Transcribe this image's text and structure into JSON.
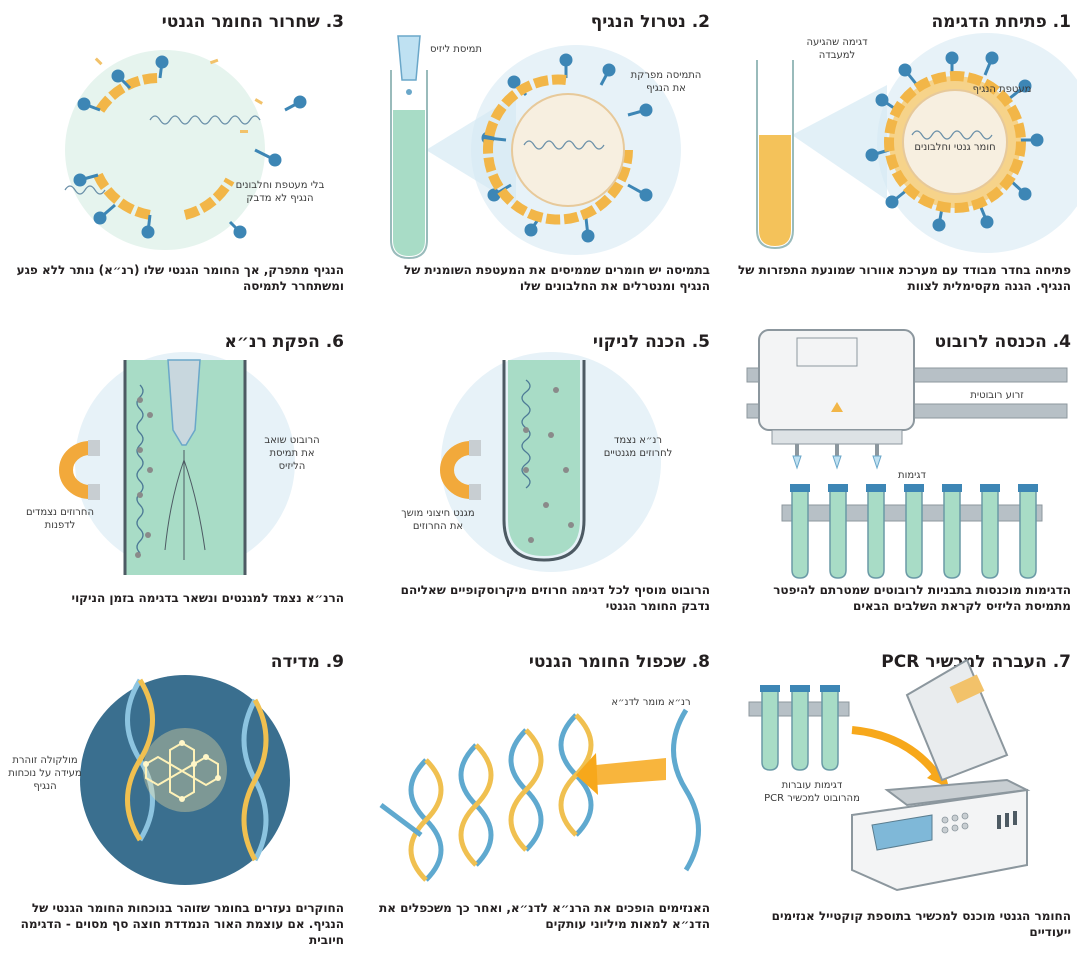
{
  "panels": [
    {
      "title": "1. פתיחת הדגימה",
      "caption": "פתיחה בחדר מבודד עם מערכת אוורור שמונעת התפזרות של הנגיף. הגנה מקסימלית לצוות",
      "labels": {
        "sample_line1": "דגימה שהגיעה",
        "sample_line2": "למעבדה",
        "envelope": "מעטפת הנגיף",
        "genetic": "חומר גנטי וחלבונים"
      }
    },
    {
      "title": "2. נטרול הנגיף",
      "caption": "בתמיסה יש חומרים שממיסים את המעטפת השומנית של הנגיף ומנטרלים את החלבונים שלו",
      "labels": {
        "lysis": "תמיסת ליזיס",
        "breaks_line1": "התמיסה מפרקת",
        "breaks_line2": "את הנגיף"
      }
    },
    {
      "title": "3. שחרור החומר הגנטי",
      "caption": "הנגיף מתפרק, אך החומר הגנטי שלו (רנ״א) נותר ללא פגע ומשתחרר לתמיסה",
      "labels": {
        "line1": "בלי מעטפת וחלבונים",
        "line2": "הנגיף לא מדבק"
      }
    },
    {
      "title": "4. הכנסה לרובוט",
      "caption": "הדגימות מוכנסות בתבניות לרובוטים שמטרתם להיפטר מתמיסת הליזיס לקראת השלבים הבאים",
      "labels": {
        "arm": "זרוע רובוטית",
        "samples": "דגימות"
      }
    },
    {
      "title": "5. הכנה לניקוי",
      "caption": "הרובוט מוסיף לכל דגימה חרוזים מיקרוסקופיים שאליהם נדבק החומר הגנטי",
      "labels": {
        "rna_line1": "רנ״א נצמד",
        "rna_line2": "לחרוזים מגנטיים",
        "magnet_line1": "מגנט חיצוני מושך",
        "magnet_line2": "את החרוזים"
      }
    },
    {
      "title": "6. הפקת רנ״א",
      "caption": "הרנ״א נצמד למגנטים ונשאר בדגימה בזמן הניקוי",
      "labels": {
        "robot_line1": "הרובוט שואב",
        "robot_line2": "את תמיסת",
        "robot_line3": "הליזיס",
        "beads_line1": "החרוזים נצמדים",
        "beads_line2": "לדפנות"
      }
    },
    {
      "title": "7. העברה למכשיר PCR",
      "caption": "החומר הגנטי מוכנס למכשיר בתוספת קוקטייל אנזימים ייעודיים",
      "labels": {
        "line1": "דגימות עוברות",
        "line2": "מהרובוט למכשיר PCR"
      }
    },
    {
      "title": "8. שכפול החומר הגנטי",
      "caption": "האנזימים הופכים את הרנ״א לדנ״א, ואחר כך משכפלים את הדנ״א למאות מיליוני עותקים",
      "labels": {
        "convert": "רנ״א מומר לדנ״א"
      }
    },
    {
      "title": "9. מדידה",
      "caption": "החוקרים נעזרים בחומר שזוהר בנוכחות החומר הגנטי של הנגיף. אם עוצמת האור הנמדדת חוצה סף מסוים - הדגימה חיובית",
      "labels": {
        "line1": "מולקולה זוהרת",
        "line2": "מעידה על נוכחות",
        "line3": "הנגיף"
      }
    }
  ],
  "colors": {
    "virus_fill": "#e8f3f8",
    "spike": "#3d86b5",
    "envelope": "#f2b648",
    "liquid_green": "#a8dcc6",
    "liquid_yellow": "#f4c25a",
    "bead": "#8a8a8a",
    "magnet": "#f2a93b",
    "dna_blue": "#5fa9cf",
    "dna_gold": "#f0c050",
    "measure_bg": "#3a6f8f",
    "arrow": "#f7a81b"
  }
}
